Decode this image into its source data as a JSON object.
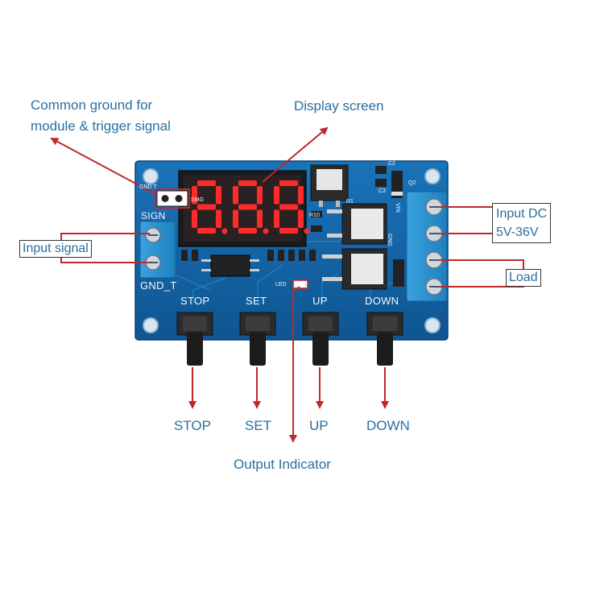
{
  "callouts": {
    "common_ground_line1": "Common ground for",
    "common_ground_line2": "module & trigger signal",
    "display_screen": "Display screen",
    "input_signal": "Input signal",
    "input_dc_line1": "Input DC",
    "input_dc_line2": "5V-36V",
    "load": "Load",
    "output_indicator": "Output Indicator"
  },
  "buttons": {
    "stop": "STOP",
    "set": "SET",
    "up": "UP",
    "down": "DOWN"
  },
  "board_silkscreen": {
    "stop": "STOP",
    "set": "SET",
    "up": "UP",
    "down": "DOWN",
    "gnd_t": "GND_T",
    "sign": "SIGN",
    "gnd_top": "GND T",
    "r10": "R10",
    "r1": "R1",
    "gnd_side": "GND",
    "vin": "VIN",
    "led": "LED",
    "q2": "Q2",
    "c2": "C2",
    "c3": "C3",
    "smg": "SMG"
  },
  "colors": {
    "board": "#1565a7",
    "callout_text": "#2a6fa0",
    "arrow": "#c0292b",
    "terminal": "#2a8fd0",
    "display_segment": "#ff2b2b"
  }
}
